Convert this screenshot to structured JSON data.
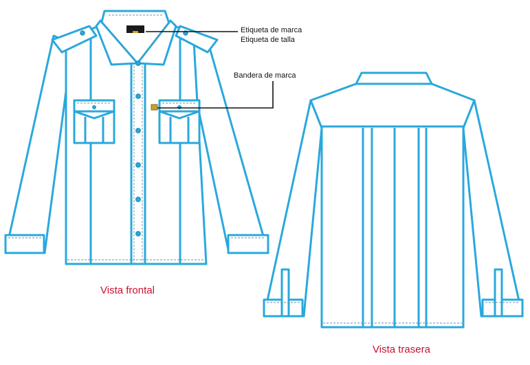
{
  "callouts": {
    "brand_label": "Etiqueta de marca",
    "size_label": "Etiqueta de talla",
    "brand_flag": "Bandera de marca"
  },
  "captions": {
    "front": "Vista frontal",
    "back": "Vista trasera"
  },
  "colors": {
    "outline": "#29a8dc",
    "caption": "#c8102e",
    "callout": "#111111"
  }
}
